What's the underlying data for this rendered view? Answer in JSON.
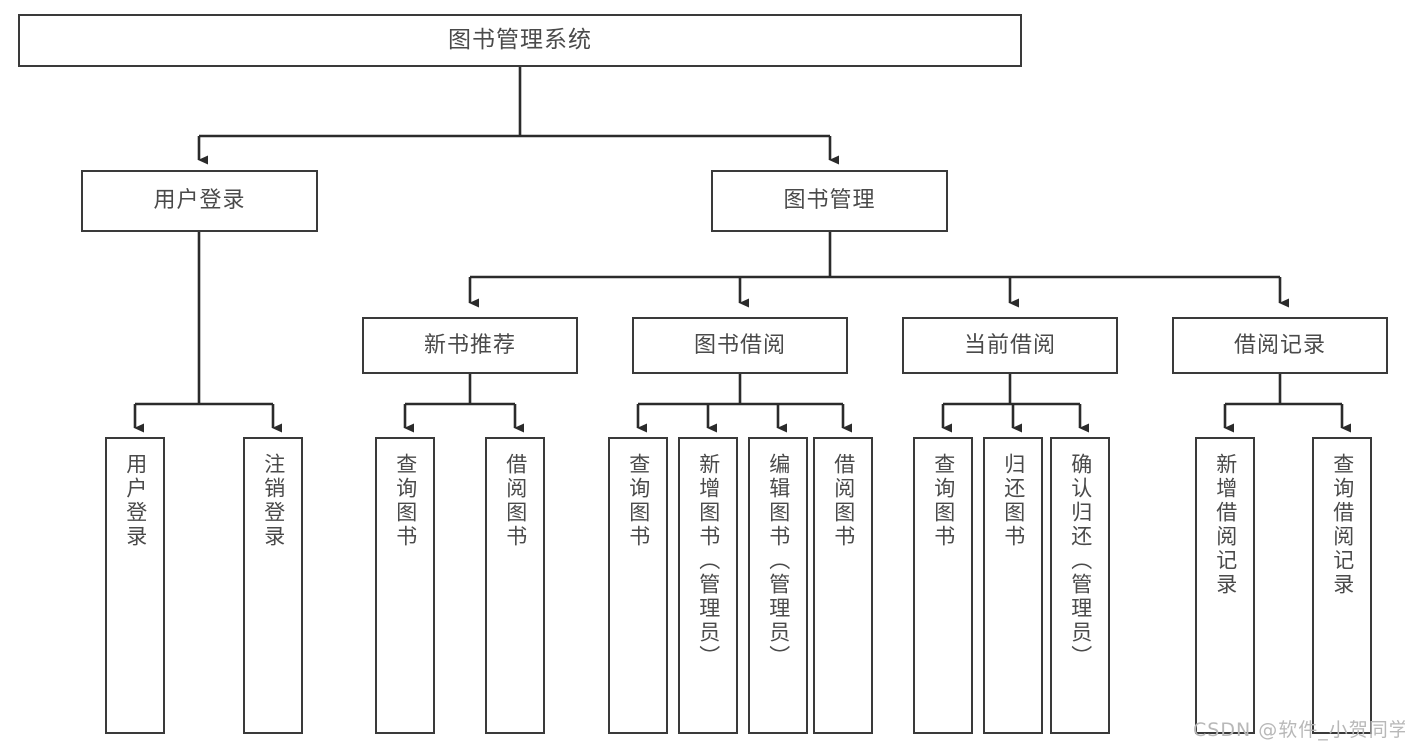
{
  "diagram": {
    "type": "tree",
    "title": "图书管理系统",
    "orientation": "top-down",
    "colors": {
      "box_border": "#3a3a3a",
      "box_fill": "#ffffff",
      "edge": "#2b2b2b",
      "text": "#4a4a4a",
      "watermark": "#b8b8b8"
    },
    "watermark": "CSDN @软件_小贺同学",
    "nodes": {
      "root": {
        "label": "图书管理系统"
      },
      "level2": [
        {
          "id": "user-login",
          "label": "用户登录"
        },
        {
          "id": "book-manage",
          "label": "图书管理"
        }
      ],
      "level3": [
        {
          "id": "new-book-recommend",
          "label": "新书推荐"
        },
        {
          "id": "book-borrow",
          "label": "图书借阅"
        },
        {
          "id": "current-borrow",
          "label": "当前借阅"
        },
        {
          "id": "borrow-record",
          "label": "借阅记录"
        }
      ],
      "leaves": [
        {
          "id": "leaf-user-login",
          "label": "用户登录",
          "parent": "user-login"
        },
        {
          "id": "leaf-logout-login",
          "label": "注销登录",
          "parent": "user-login"
        },
        {
          "id": "leaf-query-book-1",
          "label": "查询图书",
          "parent": "new-book-recommend"
        },
        {
          "id": "leaf-borrow-book-1",
          "label": "借阅图书",
          "parent": "new-book-recommend"
        },
        {
          "id": "leaf-query-book-2",
          "label": "查询图书",
          "parent": "book-borrow"
        },
        {
          "id": "leaf-add-book",
          "label": "新增图书（管理员）",
          "parent": "book-borrow"
        },
        {
          "id": "leaf-edit-book",
          "label": "编辑图书（管理员）",
          "parent": "book-borrow"
        },
        {
          "id": "leaf-borrow-book-2",
          "label": "借阅图书",
          "parent": "book-borrow"
        },
        {
          "id": "leaf-query-book-3",
          "label": "查询图书",
          "parent": "current-borrow"
        },
        {
          "id": "leaf-return-book",
          "label": "归还图书",
          "parent": "current-borrow"
        },
        {
          "id": "leaf-confirm-return",
          "label": "确认归还（管理员）",
          "parent": "current-borrow"
        },
        {
          "id": "leaf-add-record",
          "label": "新增借阅记录",
          "parent": "borrow-record"
        },
        {
          "id": "leaf-query-record",
          "label": "查询借阅记录",
          "parent": "borrow-record"
        }
      ]
    }
  }
}
